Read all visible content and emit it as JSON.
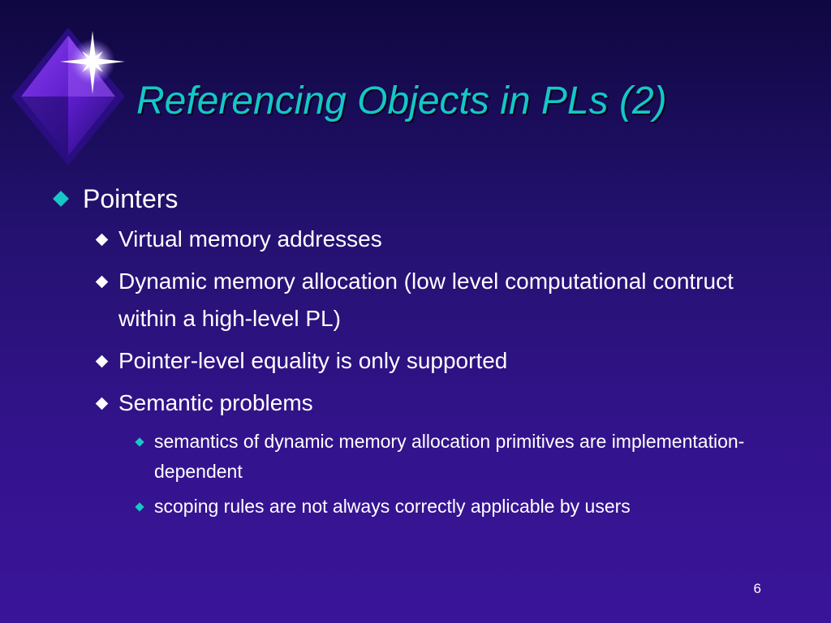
{
  "slide": {
    "title": "Referencing Objects in PLs (2)",
    "bullets": [
      {
        "level": 1,
        "text": "Pointers"
      },
      {
        "level": 2,
        "text": "Virtual memory addresses"
      },
      {
        "level": 2,
        "text": "Dynamic memory allocation (low level computational contruct  within a high-level PL)"
      },
      {
        "level": 2,
        "text": "Pointer-level equality is only supported"
      },
      {
        "level": 2,
        "text": "Semantic problems"
      },
      {
        "level": 3,
        "text": "semantics of dynamic memory allocation primitives are implementation-dependent"
      },
      {
        "level": 3,
        "text": "scoping rules are not always correctly applicable by users"
      }
    ],
    "page_number": "6"
  },
  "colors": {
    "background_top": "#0f0740",
    "background_bottom": "#3a1499",
    "title": "#15c7c7",
    "body_text": "#ffffff",
    "bullet_level1": "#17c6c6",
    "bullet_level2": "#ffffff",
    "bullet_level3": "#17c6c6",
    "logo_diamond": "#6a24d8"
  },
  "icons": {
    "logo": "diamond-star-logo-icon",
    "bullet": "diamond-bullet-icon"
  }
}
